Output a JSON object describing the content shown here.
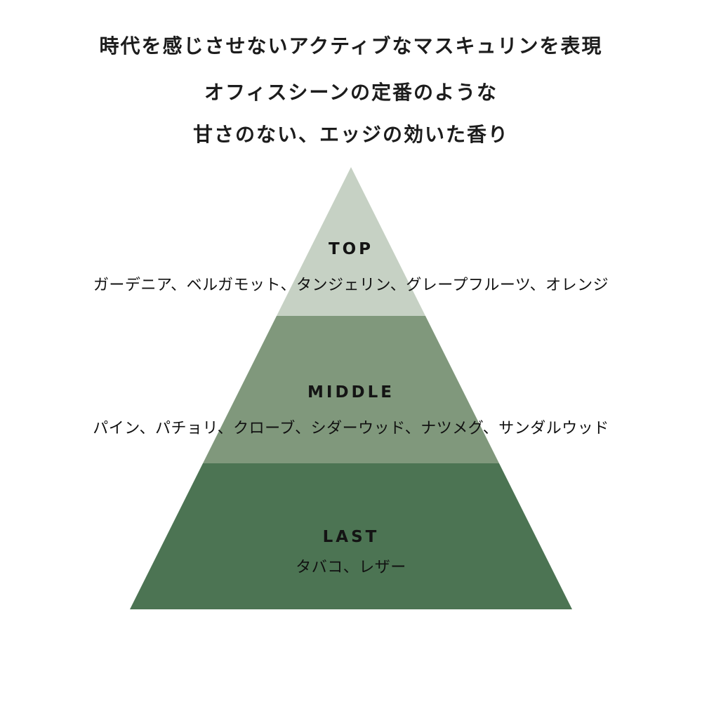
{
  "header": {
    "line1": "時代を感じさせないアクティブなマスキュリンを表現",
    "line2": "オフィスシーンの定番のような",
    "line3": "甘さのない、エッジの効いた香り"
  },
  "pyramid": {
    "colors": {
      "top": "#c6d1c4",
      "middle": "#80987c",
      "last": "#4c7453"
    },
    "levels": [
      {
        "label": "TOP",
        "notes": "ガーデニア、ベルガモット、タンジェリン、グレープフルーツ、オレンジ"
      },
      {
        "label": "MIDDLE",
        "notes": "パイン、パチョリ、クローブ、シダーウッド、ナツメグ、サンダルウッド"
      },
      {
        "label": "LAST",
        "notes": "タバコ、レザー"
      }
    ]
  }
}
